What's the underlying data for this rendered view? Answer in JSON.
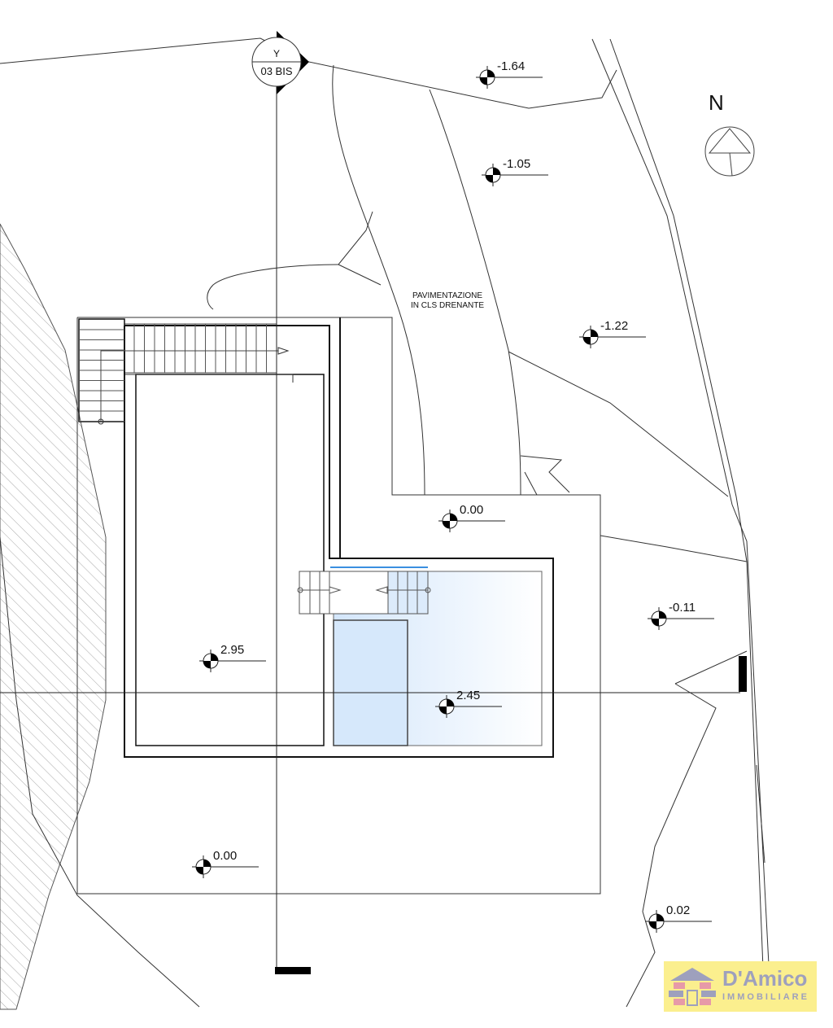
{
  "section_marker": {
    "letter": "Y",
    "code": "03 BIS"
  },
  "north_label": "N",
  "paving_label": {
    "line1": "PAVIMENTAZIONE",
    "line2": "IN CLS DRENANTE"
  },
  "elevations": [
    "-1.64",
    "-1.05",
    "-1.22",
    "0.00",
    "-0.11",
    "2.95",
    "2.45",
    "0.00",
    "0.02"
  ],
  "logo": {
    "name": "D'Amico",
    "tagline": "IMMOBILIARE"
  },
  "colors": {
    "pool_blue": "#d6e8fb",
    "pool_edge": "#3a8fe0",
    "logo_bg": "#fbef8e"
  }
}
